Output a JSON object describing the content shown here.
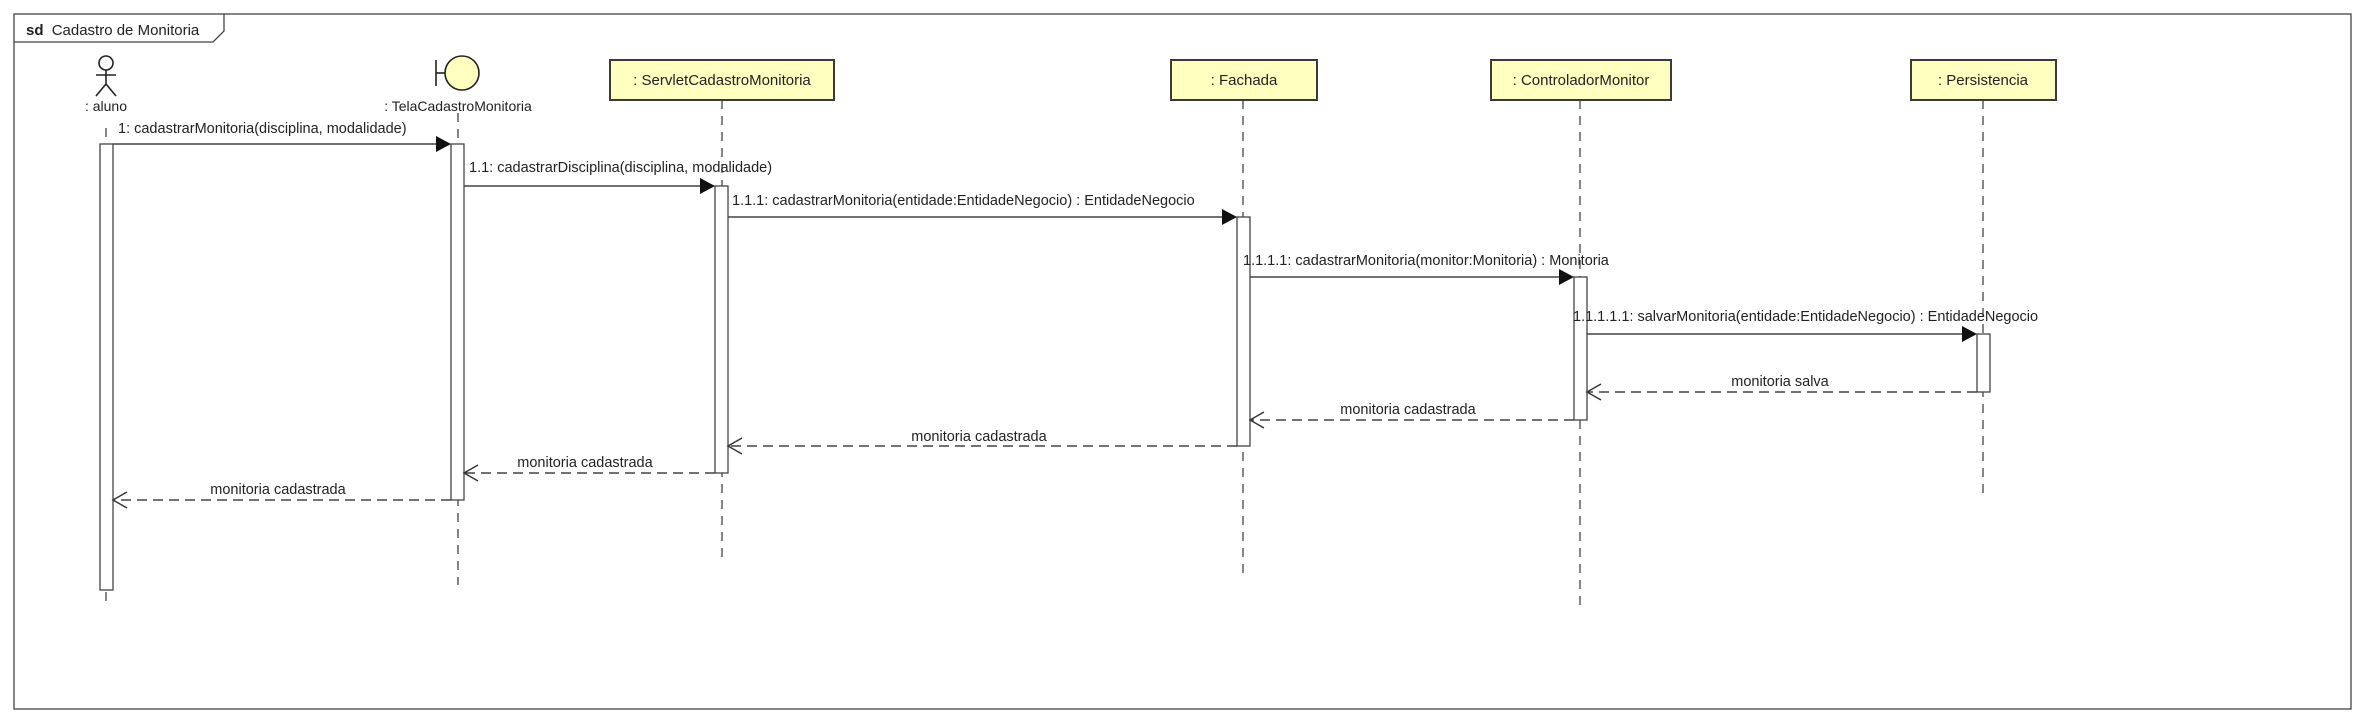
{
  "frame": {
    "keyword": "sd",
    "name": "Cadastro de Monitoria"
  },
  "lifelines": [
    {
      "id": "aluno",
      "label": ": aluno",
      "kind": "actor"
    },
    {
      "id": "tela",
      "label": ": TelaCadastroMonitoria",
      "kind": "boundary"
    },
    {
      "id": "servlet",
      "label": ": ServletCadastroMonitoria",
      "kind": "object"
    },
    {
      "id": "fachada",
      "label": ": Fachada",
      "kind": "object"
    },
    {
      "id": "controlador",
      "label": ": ControladorMonitor",
      "kind": "object"
    },
    {
      "id": "persistencia",
      "label": ": Persistencia",
      "kind": "object"
    }
  ],
  "messages": [
    {
      "from": "aluno",
      "to": "tela",
      "type": "sync",
      "label": "1: cadastrarMonitoria(disciplina, modalidade)"
    },
    {
      "from": "tela",
      "to": "servlet",
      "type": "sync",
      "label": "1.1: cadastrarDisciplina(disciplina, modalidade)"
    },
    {
      "from": "servlet",
      "to": "fachada",
      "type": "sync",
      "label": "1.1.1: cadastrarMonitoria(entidade:EntidadeNegocio) : EntidadeNegocio"
    },
    {
      "from": "fachada",
      "to": "controlador",
      "type": "sync",
      "label": "1.1.1.1: cadastrarMonitoria(monitor:Monitoria) : Monitoria"
    },
    {
      "from": "controlador",
      "to": "persistencia",
      "type": "sync",
      "label": "1.1.1.1.1: salvarMonitoria(entidade:EntidadeNegocio) : EntidadeNegocio"
    },
    {
      "from": "persistencia",
      "to": "controlador",
      "type": "reply",
      "label": "monitoria salva"
    },
    {
      "from": "controlador",
      "to": "fachada",
      "type": "reply",
      "label": "monitoria cadastrada"
    },
    {
      "from": "fachada",
      "to": "servlet",
      "type": "reply",
      "label": "monitoria cadastrada"
    },
    {
      "from": "servlet",
      "to": "tela",
      "type": "reply",
      "label": "monitoria cadastrada"
    },
    {
      "from": "tela",
      "to": "aluno",
      "type": "reply",
      "label": "monitoria cadastrada"
    }
  ],
  "colors": {
    "object_fill": "#FFFFC0",
    "boundary_fill": "#FFFFC0",
    "stroke": "#3a3a3a",
    "text": "#222222",
    "activation_fill": "#ffffff"
  }
}
